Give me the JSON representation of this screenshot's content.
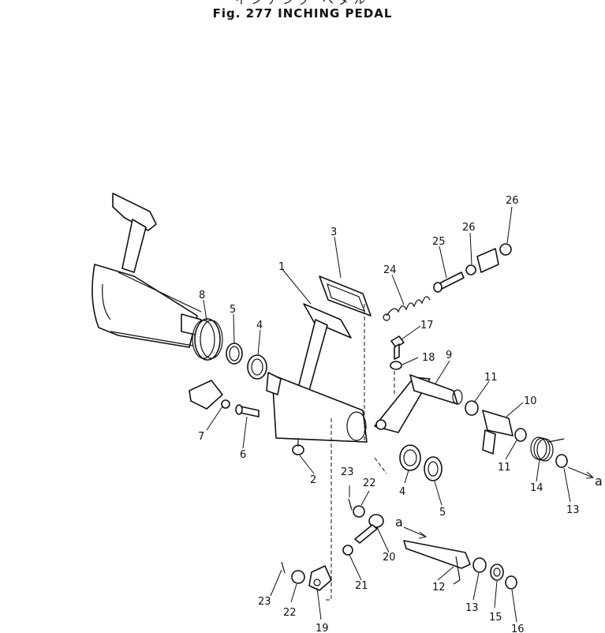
{
  "title_jp": "インチング ペダル",
  "title_en": "Fig. 277 INCHING PEDAL",
  "labels": {
    "p1": "1",
    "p2": "2",
    "p3": "3",
    "p4a": "4",
    "p4b": "4",
    "p5a": "5",
    "p5b": "5",
    "p6": "6",
    "p7": "7",
    "p8": "8",
    "p9": "9",
    "p10": "10",
    "p11a": "11",
    "p11b": "11",
    "p12": "12",
    "p13a": "13",
    "p13b": "13",
    "p14": "14",
    "p15": "15",
    "p16": "16",
    "p17": "17",
    "p18": "18",
    "p19": "19",
    "p20": "20",
    "p21": "21",
    "p22a": "22",
    "p22b": "22",
    "p23a": "23",
    "p23b": "23",
    "p24": "24",
    "p25": "25",
    "p26a": "26",
    "p26b": "26",
    "ref_a1": "a",
    "ref_a2": "a"
  }
}
